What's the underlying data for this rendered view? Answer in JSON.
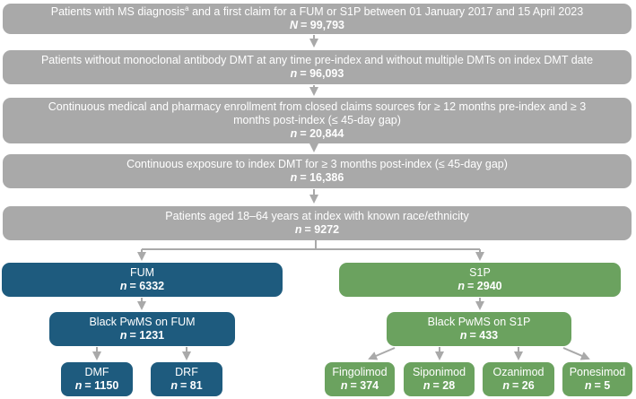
{
  "colors": {
    "gray": "#a9a9a9",
    "blue": "#1e5b7e",
    "green": "#6ba25f",
    "arrow": "#a9a9a9",
    "text_on_box": "#ffffff"
  },
  "funnel": [
    {
      "text": "Patients with MS diagnosis",
      "sup": "a",
      "text2": " and a first claim for a FUM or S1P between 01 January 2017 and 15 April 2023",
      "n_label": "N",
      "n_value": "= 99,793"
    },
    {
      "text": "Patients without monoclonal antibody DMT at any time pre-index and without multiple DMTs on index DMT date",
      "n_label": "n",
      "n_value": "= 96,093"
    },
    {
      "text": "Continuous medical and pharmacy enrollment from closed claims sources for ≥ 12 months pre-index and ≥ 3 months post-index (≤ 45-day gap)",
      "n_label": "n",
      "n_value": "= 20,844"
    },
    {
      "text": "Continuous exposure to index DMT for ≥ 3 months post-index (≤ 45-day gap)",
      "n_label": "n",
      "n_value": "= 16,386"
    },
    {
      "text": "Patients aged 18–64 years at index with known race/ethnicity",
      "n_label": "n",
      "n_value": "= 9272"
    }
  ],
  "fum_branch": {
    "root": {
      "label": "FUM",
      "n_label": "n",
      "n_value": "= 6332"
    },
    "black": {
      "label": "Black PwMS on FUM",
      "n_label": "n",
      "n_value": "= 1231"
    },
    "leaves": [
      {
        "label": "DMF",
        "n_label": "n",
        "n_value": "= 1150"
      },
      {
        "label": "DRF",
        "n_label": "n",
        "n_value": "= 81"
      }
    ]
  },
  "s1p_branch": {
    "root": {
      "label": "S1P",
      "n_label": "n",
      "n_value": "= 2940"
    },
    "black": {
      "label": "Black PwMS on S1P",
      "n_label": "n",
      "n_value": "= 433"
    },
    "leaves": [
      {
        "label": "Fingolimod",
        "n_label": "n",
        "n_value": "= 374"
      },
      {
        "label": "Siponimod",
        "n_label": "n",
        "n_value": "= 28"
      },
      {
        "label": "Ozanimod",
        "n_label": "n",
        "n_value": "= 26"
      },
      {
        "label": "Ponesimod",
        "n_label": "n",
        "n_value": "= 5"
      }
    ]
  }
}
